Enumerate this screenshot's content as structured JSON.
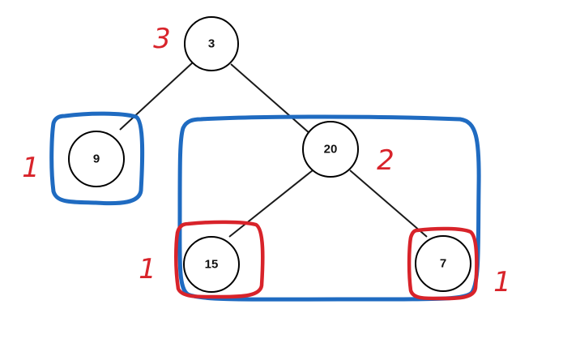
{
  "tree": {
    "nodes": [
      {
        "id": "root",
        "value": "3"
      },
      {
        "id": "left",
        "value": "9"
      },
      {
        "id": "right",
        "value": "20"
      },
      {
        "id": "right-left",
        "value": "15"
      },
      {
        "id": "right-right",
        "value": "7"
      }
    ],
    "edges": [
      [
        "root",
        "left"
      ],
      [
        "root",
        "right"
      ],
      [
        "right",
        "right-left"
      ],
      [
        "right",
        "right-right"
      ]
    ]
  },
  "annotations": {
    "root_height": "3",
    "left_height": "1",
    "right_height": "2",
    "right_left_height": "1",
    "right_right_height": "1"
  },
  "colors": {
    "node_stroke": "#000000",
    "edge": "#1a1a1a",
    "blue_box": "#1f6bc1",
    "red_box": "#d8232a",
    "annotation": "#d8232a"
  }
}
